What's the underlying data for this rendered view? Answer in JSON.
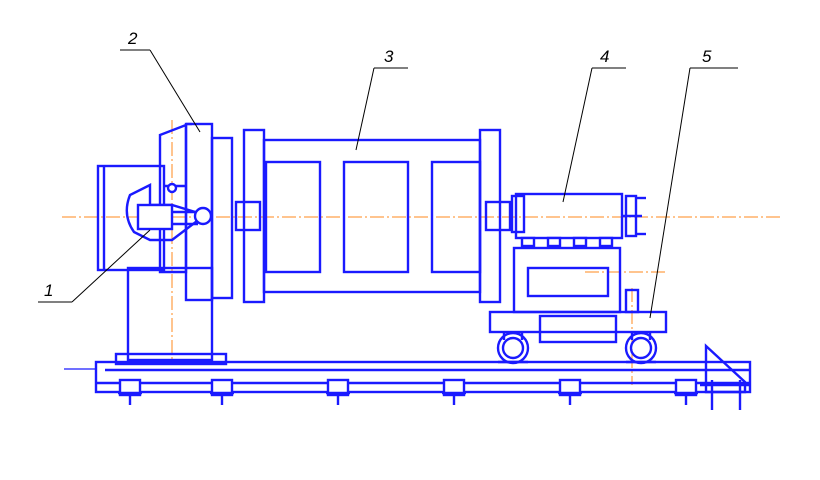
{
  "colors": {
    "outline": "#1a1aff",
    "axis": "#ff8a1c",
    "leader": "#000000",
    "background": "#ffffff"
  },
  "callouts": [
    {
      "label": "1"
    },
    {
      "label": "2"
    },
    {
      "label": "3"
    },
    {
      "label": "4"
    },
    {
      "label": "5"
    }
  ]
}
